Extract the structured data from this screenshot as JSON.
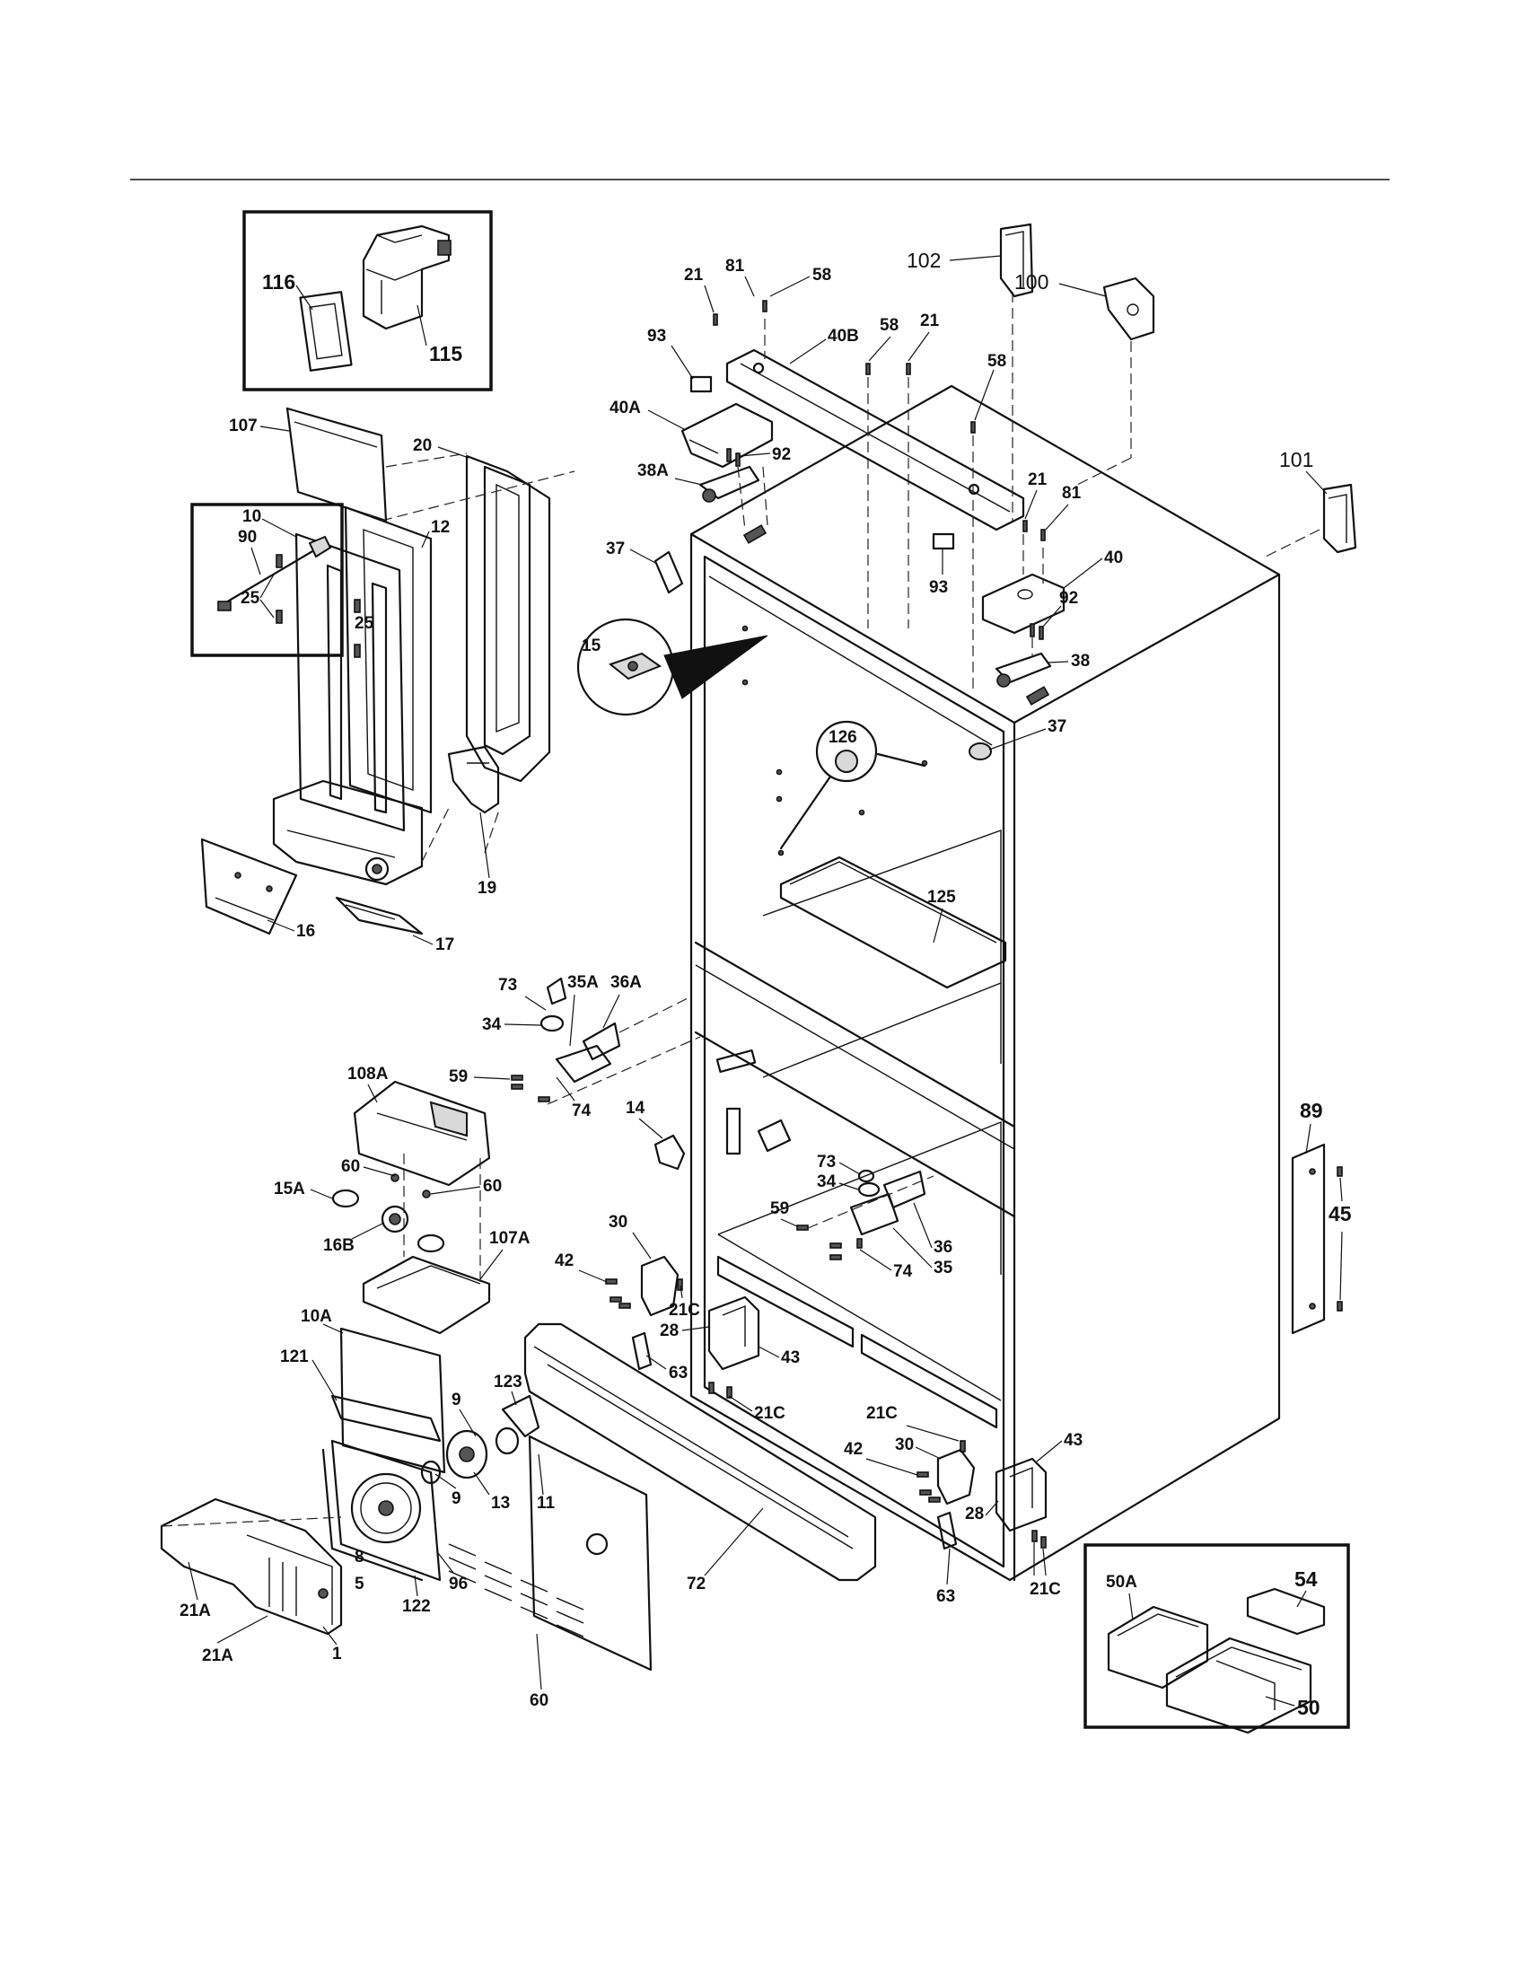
{
  "labels": {
    "p116": "116",
    "p115": "115",
    "p107": "107",
    "p20": "20",
    "p10": "10",
    "p12": "12",
    "p25a": "25",
    "p25b": "25",
    "p19": "19",
    "p16": "16",
    "p17": "17",
    "p90": "90",
    "p108A": "108A",
    "p60a": "60",
    "p60b": "60",
    "p15A": "15A",
    "p16B": "16B",
    "p107A": "107A",
    "p10A": "10A",
    "p121": "121",
    "p123": "123",
    "p9a": "9",
    "p9b": "9",
    "p13": "13",
    "p11": "11",
    "p8": "8",
    "p5": "5",
    "p96": "96",
    "p122": "122",
    "p21Aa": "21A",
    "p21Ab": "21A",
    "p1": "1",
    "p60c": "60",
    "p73a": "73",
    "p35A": "35A",
    "p36A": "36A",
    "p34a": "34",
    "p59a": "59",
    "p74a": "74",
    "p14": "14",
    "p30a": "30",
    "p42a": "42",
    "p21Ca": "21C",
    "p28a": "28",
    "p43a": "43",
    "p63a": "63",
    "p21Cb": "21C",
    "p72": "72",
    "p21a": "21",
    "p81a": "81",
    "p58a": "58",
    "p93a": "93",
    "p40B": "40B",
    "p58b": "58",
    "p21b": "21",
    "p40A": "40A",
    "p92a": "92",
    "p38A": "38A",
    "p37a": "37",
    "p15": "15",
    "p58c": "58",
    "p102": "102",
    "p100": "100",
    "p101": "101",
    "p21c": "21",
    "p81b": "81",
    "p93b": "93",
    "p40": "40",
    "p92b": "92",
    "p38": "38",
    "p37b": "37",
    "p126": "126",
    "p125": "125",
    "p73b": "73",
    "p34b": "34",
    "p59b": "59",
    "p36": "36",
    "p35": "35",
    "p74b": "74",
    "p89": "89",
    "p45": "45",
    "p21Cc": "21C",
    "p42b": "42",
    "p30b": "30",
    "p43b": "43",
    "p28b": "28",
    "p63b": "63",
    "p21Cd": "21C",
    "p50A": "50A",
    "p54": "54",
    "p50": "50"
  }
}
